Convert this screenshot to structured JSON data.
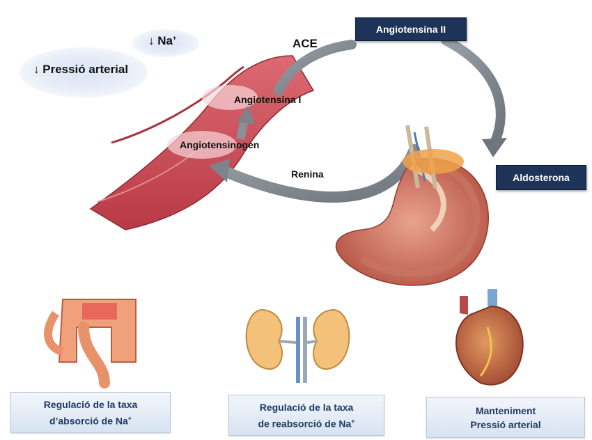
{
  "top_left": {
    "arrow_symbol": "↓",
    "sodium_label": "Na",
    "sodium_sup": "+",
    "pressure_label": "Pressió arterial"
  },
  "cascade": {
    "ace": "ACE",
    "angiotensin_ii": "Angiotensina II",
    "angiotensin_i": "Angiotensina I",
    "angiotensinogen": "Angiotensinogen",
    "renin": "Renina",
    "aldosterone": "Aldosterona"
  },
  "effects": [
    {
      "line1": "Regulació de la taxa",
      "line2": "d’absorció de Na",
      "sup": "+"
    },
    {
      "line1": "Regulació de la taxa",
      "line2": "de reabsorció de Na",
      "sup": "+"
    },
    {
      "line1": "Manteniment",
      "line2": "Pressió arterial",
      "sup": ""
    }
  ],
  "icons": [
    "blood-vessel-icon",
    "kidney-icon",
    "intestine-icon",
    "kidneys-icon",
    "heart-icon"
  ],
  "colors": {
    "navy": "#1d3358",
    "vessel": "#c94a54",
    "kidney": "#d98a6e",
    "arrow": "#8c9096",
    "box_text": "#1f3a63"
  }
}
